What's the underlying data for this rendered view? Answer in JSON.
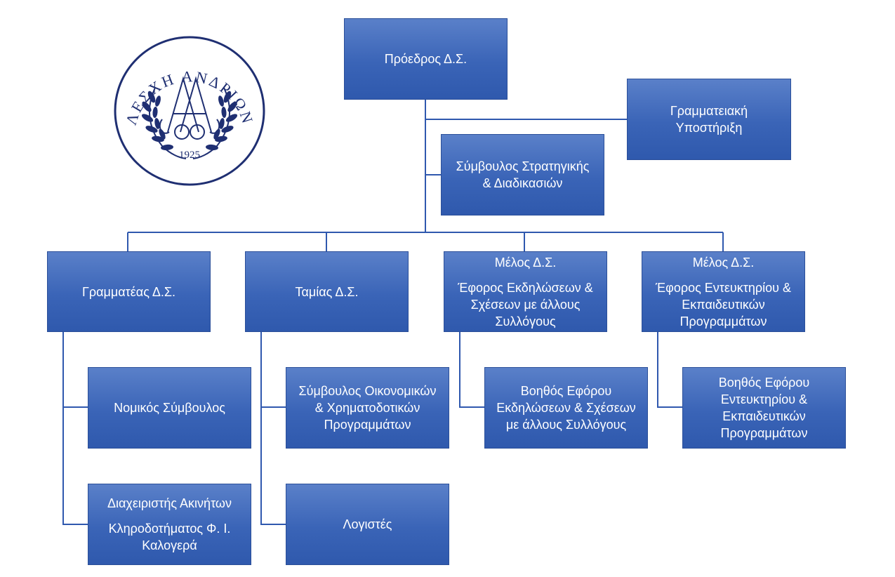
{
  "logo": {
    "arc_text": "ΛΕΣΧΗ ΑΝΔΡΙΩΝ",
    "year": "1925",
    "color": "#1f2f72"
  },
  "colors": {
    "box_fill": "#3a64b7",
    "box_border": "#2b4f99",
    "connector": "#2f58ae",
    "text": "#ffffff"
  },
  "boxes": {
    "president": [
      "Πρόεδρος Δ.Σ."
    ],
    "secretarial": [
      "Γραμματειακή",
      "Υποστήριξη"
    ],
    "strategy": [
      "Σύμβουλος Στρατηγικής",
      "& Διαδικασιών"
    ],
    "secretary": [
      "Γραμματέας Δ.Σ."
    ],
    "treasurer": [
      "Ταμίας Δ.Σ."
    ],
    "member_events": [
      "Μέλος Δ.Σ.",
      "Έφορος Εκδηλώσεων &",
      "Σχέσεων με άλλους",
      "Συλλόγους"
    ],
    "member_lounge": [
      "Μέλος Δ.Σ.",
      "Έφορος Εντευκτηρίου &",
      "Εκπαιδευτικών",
      "Προγραμμάτων"
    ],
    "legal": [
      "Νομικός Σύμβουλος"
    ],
    "property": [
      "Διαχειριστής Ακινήτων",
      "Κληροδοτήματος Φ. Ι.",
      "Καλογερά"
    ],
    "financial": [
      "Σύμβουλος Οικονομικών",
      "& Χρηματοδοτικών",
      "Προγραμμάτων"
    ],
    "accountant": [
      "Λογιστές"
    ],
    "events_assistant": [
      "Βοηθός Εφόρου",
      "Εκδηλώσεων & Σχέσεων",
      "με άλλους Συλλόγους"
    ],
    "lounge_assistant": [
      "Βοηθός Εφόρου",
      "Εντευκτηρίου &",
      "Εκπαιδευτικών",
      "Προγραμμάτων"
    ]
  }
}
